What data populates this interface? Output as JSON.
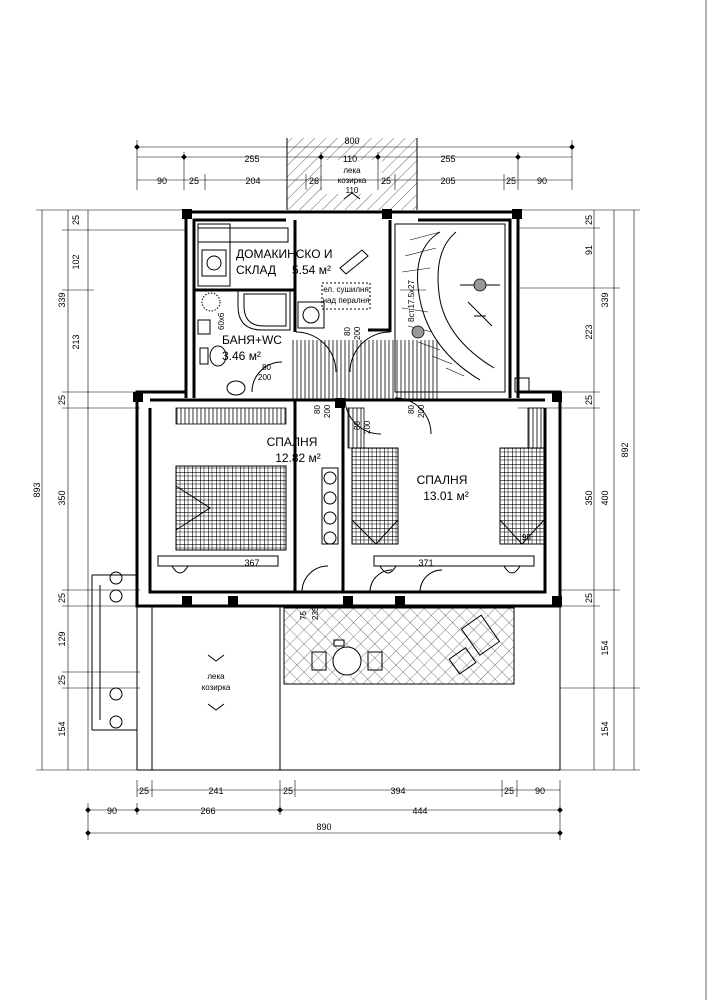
{
  "rooms": {
    "storage_name_1": "ДОМАКИНСКО И",
    "storage_name_2": "СКЛАД",
    "storage_area": "5.54 м²",
    "storage_note_1": "ел. сушилня",
    "storage_note_2": "над пералня",
    "bath_name": "БАНЯ+WC",
    "bath_area": "3.46 м²",
    "bedroom_left_name": "СПАЛНЯ",
    "bedroom_left_area": "12.82 м²",
    "bedroom_right_name": "СПАЛНЯ",
    "bedroom_right_area": "13.01 м²",
    "stair_label": "8ст.17.5x27",
    "canopy_top_1": "лека",
    "canopy_top_2": "козирка",
    "canopy_top_width": "110",
    "canopy_bottom_1": "лека",
    "canopy_bottom_2": "козирка"
  },
  "doors": {
    "d1_w": "80",
    "d1_h": "200",
    "d2_w": "80",
    "d2_h": "200",
    "d3_w": "80",
    "d3_h": "200",
    "d4_w": "80",
    "d4_h": "200",
    "d5_w": "80",
    "d5_h": "200",
    "d6_w": "75",
    "d6_h": "235",
    "w1": "60x6"
  },
  "dims": {
    "top_total": "800",
    "top_row1": [
      "255",
      "110",
      "255"
    ],
    "top_row2": [
      "90",
      "25",
      "204",
      "26",
      "25",
      "205",
      "25",
      "90"
    ],
    "bottom_row1": [
      "25",
      "241",
      "25",
      "394",
      "25",
      "90"
    ],
    "bottom_row2": [
      "90",
      "266",
      "444"
    ],
    "bottom_total": "890",
    "left_outer": "893",
    "left_row": [
      "25",
      "102",
      "339",
      "213",
      "25",
      "350",
      "25",
      "129",
      "25",
      "154"
    ],
    "right_outer": "892",
    "right_row": [
      "25",
      "91",
      "339",
      "223",
      "25",
      "350",
      "400",
      "25",
      "154",
      "154"
    ],
    "interior_left": "367",
    "interior_right": "371",
    "wardrobe_right": "95"
  }
}
